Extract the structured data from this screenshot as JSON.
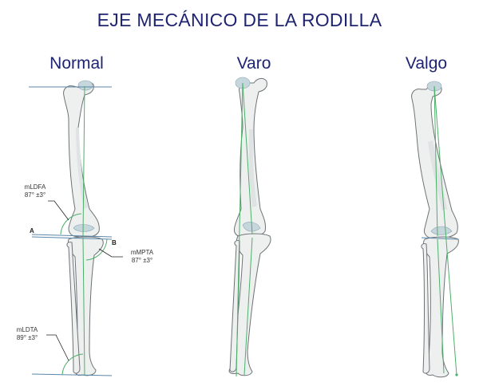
{
  "title": "EJE MECÁNICO DE LA RODILLA",
  "columns": {
    "normal": "Normal",
    "varo": "Varo",
    "valgo": "Valgo"
  },
  "annotations": {
    "mldfa": {
      "name": "mLDFA",
      "value": "87° ±3°"
    },
    "mmpta": {
      "name": "mMPTA",
      "value": "87° ±3°"
    },
    "mldta": {
      "name": "mLDTA",
      "value": "89° ±3°"
    },
    "point_a": "A",
    "point_b": "B"
  },
  "colors": {
    "title": "#1f2472",
    "axis_line": "#4caf68",
    "reference_line": "#5b86a8",
    "bone_fill": "#eef0f0",
    "cartilage": "#c5d6dc"
  }
}
